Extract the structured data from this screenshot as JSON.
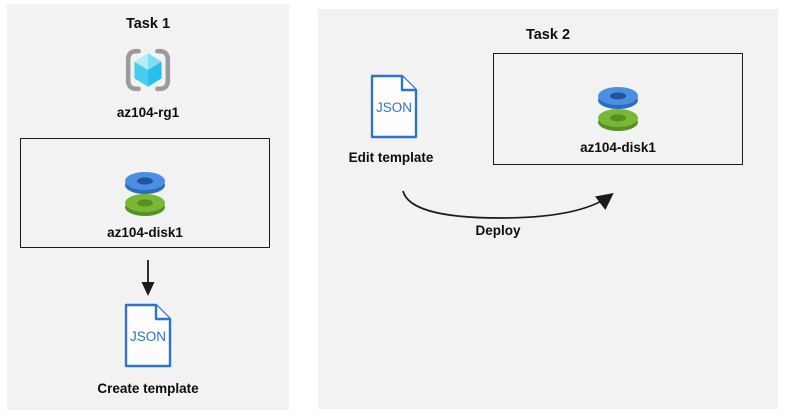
{
  "task1": {
    "title": "Task 1",
    "resource_group_label": "az104-rg1",
    "disk_label": "az104-disk1",
    "json_icon_text": "JSON",
    "action_label": "Create template"
  },
  "task2": {
    "title": "Task 2",
    "json_icon_text": "JSON",
    "edit_label": "Edit template",
    "disk_label": "az104-disk1",
    "deploy_label": "Deploy"
  },
  "icons": {
    "resource_group": "azure-resource-group-icon",
    "disk": "azure-managed-disk-icon",
    "json_file": "json-template-file-icon",
    "down_arrow": "down-arrow-icon",
    "deploy_arrow": "curved-deploy-arrow-icon"
  },
  "colors": {
    "page_bg": "#ffffff",
    "panel_bg": "#f2f2f2",
    "box_border": "#1a1a1a",
    "text": "#0d0d0d",
    "json_blue": "#2e74c9",
    "disk_blue_top": "#4a8fe2",
    "disk_blue_rim": "#2d6cc4",
    "disk_blue_hole": "#20549e",
    "disk_green_top": "#77b934",
    "disk_green_rim": "#569122",
    "disk_green_hole": "#568f24",
    "cube_top_light": "#b5ecf9",
    "cube_top_mid": "#7fdef4",
    "cube_left": "#49cdee",
    "cube_right": "#27c0e8",
    "bracket_gray": "#9b9b9b",
    "arrow_black": "#1a1a1a"
  }
}
